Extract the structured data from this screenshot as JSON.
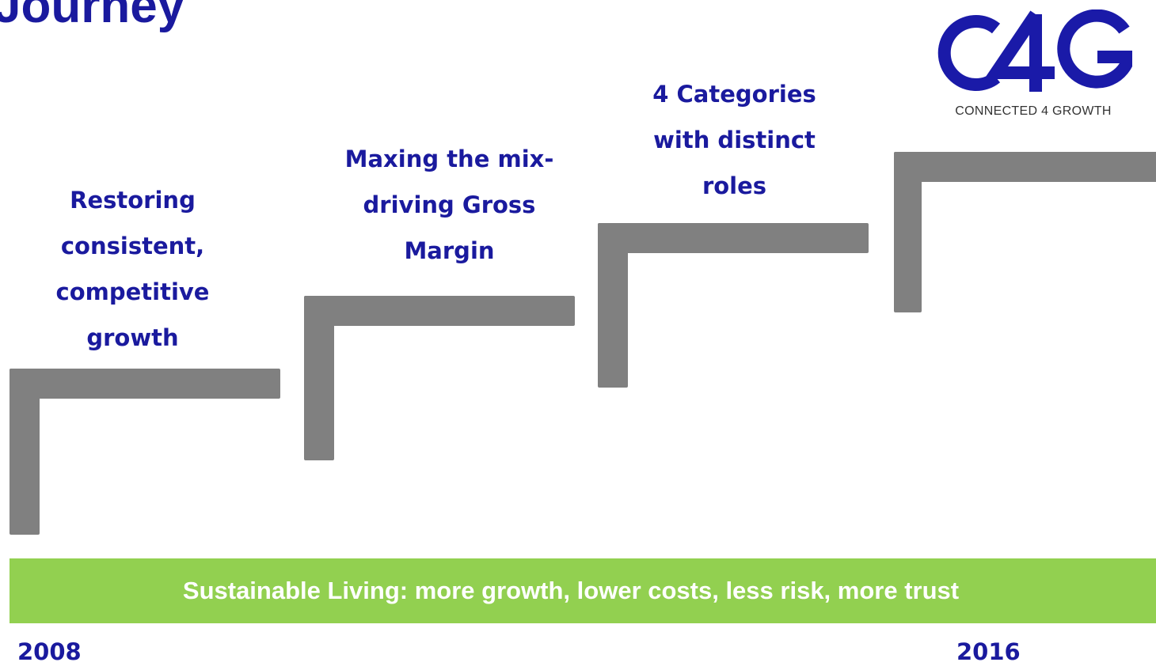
{
  "title": "Journey",
  "logo": {
    "mark_text": "C4G",
    "tagline": "CONNECTED 4 GROWTH"
  },
  "steps": [
    {
      "label": "Restoring consistent, competitive growth"
    },
    {
      "label": "Maxing the mix- driving Gross Margin"
    },
    {
      "label": "4 Categories with distinct roles"
    },
    {
      "label": ""
    }
  ],
  "banner": {
    "text": "Sustainable Living: more growth, lower costs, less risk, more trust"
  },
  "timeline": {
    "start_year": "2008",
    "end_year": "2016"
  },
  "colors": {
    "title": "#1a1a9e",
    "step_bar": "#808080",
    "banner_bg": "#92d050",
    "banner_text": "#ffffff",
    "logo": "#1a1aa8"
  }
}
